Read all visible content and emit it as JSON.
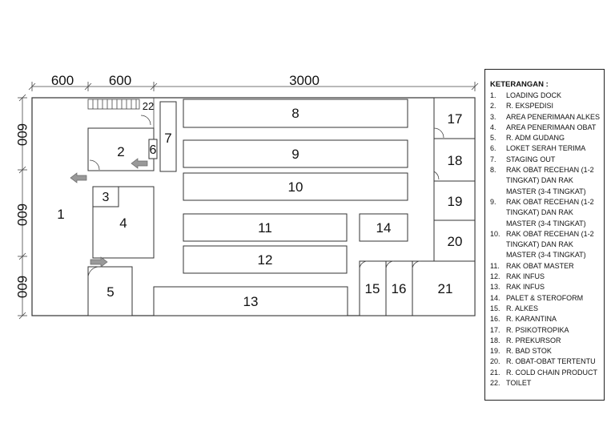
{
  "dimensions": {
    "top": [
      "600",
      "600",
      "3000"
    ],
    "left": [
      "600",
      "600",
      "600"
    ]
  },
  "rooms": {
    "r1": "1",
    "r2": "2",
    "r3": "3",
    "r4": "4",
    "r5": "5",
    "r6": "6",
    "r7": "7",
    "r8": "8",
    "r9": "9",
    "r10": "10",
    "r11": "11",
    "r12": "12",
    "r13": "13",
    "r14": "14",
    "r15": "15",
    "r16": "16",
    "r17": "17",
    "r18": "18",
    "r19": "19",
    "r20": "20",
    "r21": "21",
    "r22": "22"
  },
  "legend": {
    "title": "KETERANGAN :",
    "items": [
      {
        "num": "1.",
        "text": "LOADING DOCK"
      },
      {
        "num": "2.",
        "text": "R. EKSPEDISI"
      },
      {
        "num": "3.",
        "text": "AREA PENERIMAAN ALKES"
      },
      {
        "num": "4.",
        "text": "AREA PENERIMAAN OBAT"
      },
      {
        "num": "5.",
        "text": "R. ADM GUDANG"
      },
      {
        "num": "6.",
        "text": "LOKET SERAH TERIMA"
      },
      {
        "num": "7.",
        "text": "STAGING OUT"
      },
      {
        "num": "8.",
        "text": "RAK OBAT RECEHAN (1-2 TINGKAT) DAN RAK MASTER (3-4 TINGKAT)"
      },
      {
        "num": "9.",
        "text": "RAK OBAT RECEHAN (1-2 TINGKAT) DAN RAK MASTER (3-4 TINGKAT)"
      },
      {
        "num": "10.",
        "text": "RAK OBAT RECEHAN (1-2 TINGKAT) DAN RAK MASTER (3-4 TINGKAT)"
      },
      {
        "num": "11.",
        "text": "RAK OBAT MASTER"
      },
      {
        "num": "12.",
        "text": "RAK INFUS"
      },
      {
        "num": "13.",
        "text": "RAK INFUS"
      },
      {
        "num": "14.",
        "text": "PALET & STEROFORM"
      },
      {
        "num": "15.",
        "text": "R. ALKES"
      },
      {
        "num": "16.",
        "text": "R. KARANTINA"
      },
      {
        "num": "17.",
        "text": "R. PSIKOTROPIKA"
      },
      {
        "num": "18.",
        "text": "R. PREKURSOR"
      },
      {
        "num": "19.",
        "text": "R. BAD STOK"
      },
      {
        "num": "20.",
        "text": "R. OBAT-OBAT TERTENTU"
      },
      {
        "num": "21.",
        "text": "R. COLD CHAIN PRODUCT"
      },
      {
        "num": "22.",
        "text": "TOILET"
      }
    ]
  }
}
